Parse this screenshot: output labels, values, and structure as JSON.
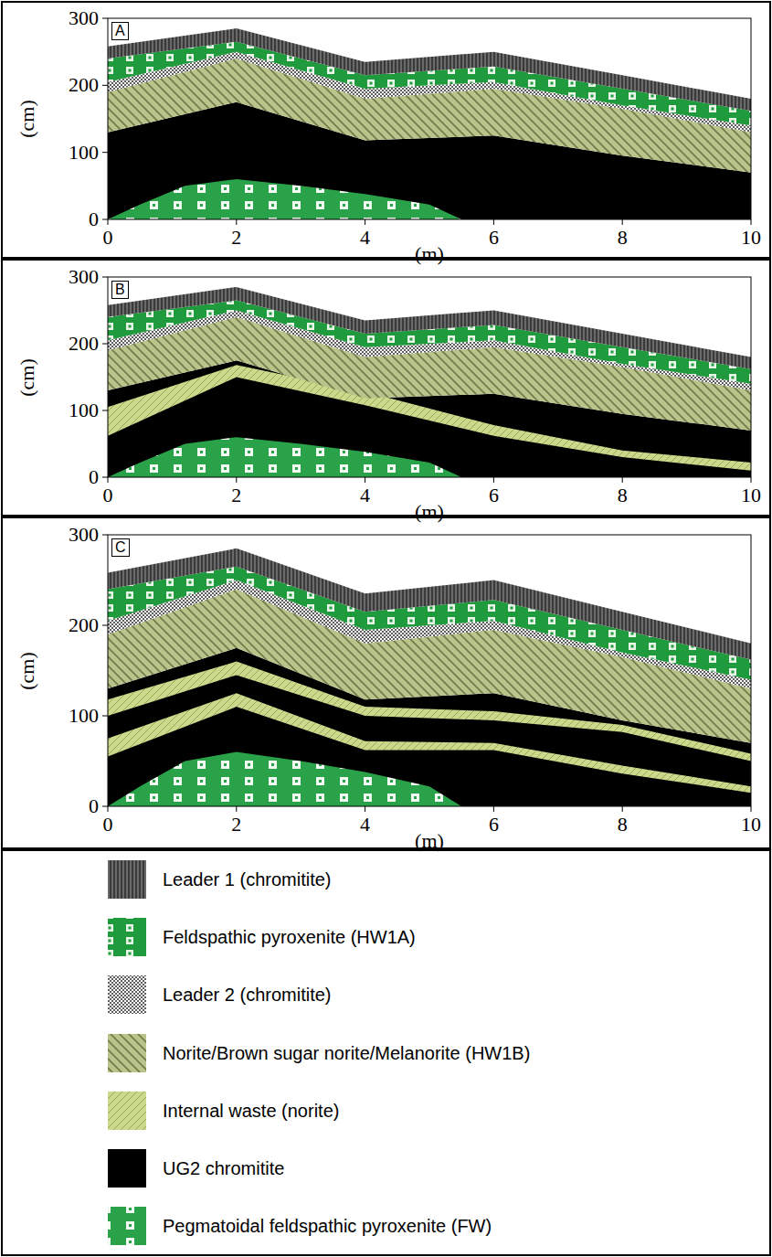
{
  "diagram": {
    "labels": [
      "A",
      "300",
      "200",
      "100",
      "0",
      "(cm)",
      "0",
      "2",
      "4",
      "6",
      "8",
      "10",
      "(m)",
      "B",
      "300",
      "200",
      "100",
      "0",
      "(cm)",
      "0",
      "2",
      "4",
      "6",
      "8",
      "10",
      "(m)",
      "C",
      "300",
      "200",
      "100",
      "0",
      "(cm)",
      "0",
      "2",
      "4",
      "6",
      "8",
      "10",
      "(m)"
    ],
    "legend": [
      {
        "text": "Leader 1 (chromitite)"
      },
      {
        "text": "Feldspathic pyroxenite (HW1A)"
      },
      {
        "text": "Leader 2 (chromitite)"
      },
      {
        "text": "Norite/Brown sugar norite/Melanorite (HW1B)"
      },
      {
        "text": "Internal waste (norite)"
      },
      {
        "text": "UG2 chromitite",
        "color": "#000000"
      },
      {
        "text": "Pegmatoidal feldspathic pyroxenite (FW)"
      }
    ]
  }
}
